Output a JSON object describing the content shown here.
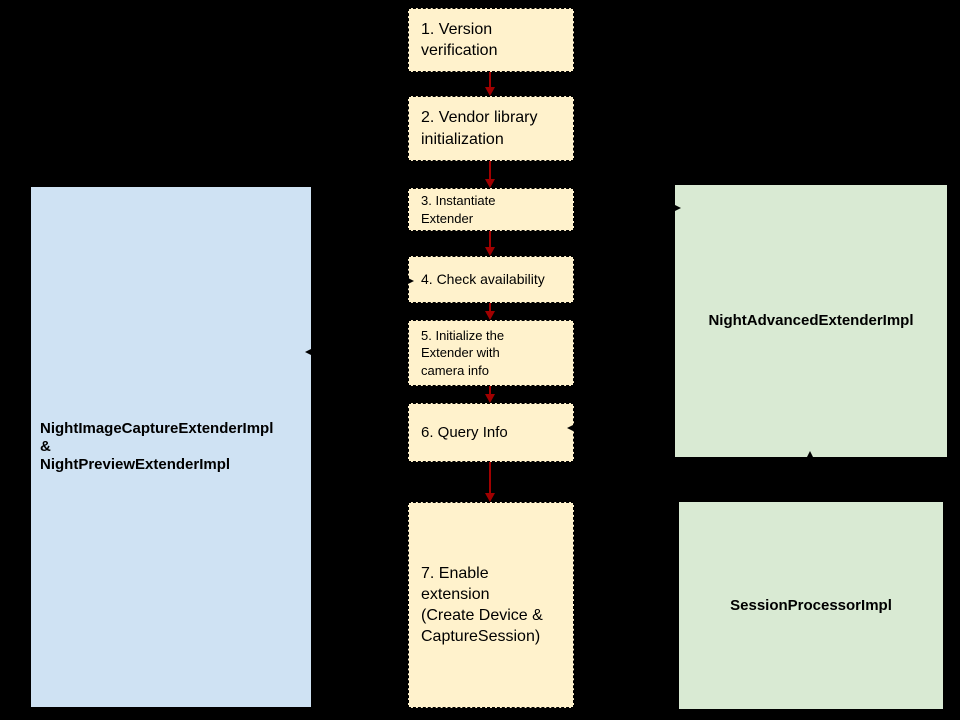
{
  "colors": {
    "background": "#000000",
    "step_fill": "#FFF2CC",
    "step_border": "#000000",
    "flow_arrow": "#A00000",
    "side_arrow": "#000000",
    "left_box_fill": "#CFE2F3",
    "right_box_fill": "#D9EAD3",
    "text": "#000000"
  },
  "steps": [
    {
      "label": "1. Version\nverification"
    },
    {
      "label": "2. Vendor library\ninitialization"
    },
    {
      "label": "3. Instantiate\nExtender"
    },
    {
      "label": "4. Check availability"
    },
    {
      "label": "5. Initialize the\nExtender with\ncamera info"
    },
    {
      "label": "6. Query Info"
    },
    {
      "label": "7. Enable\nextension\n(Create Device &\nCaptureSession)"
    }
  ],
  "left_box": {
    "label": "NightImageCaptureExtenderImpl\n&\nNightPreviewExtenderImpl"
  },
  "right_boxes": [
    {
      "label": "NightAdvancedExtenderImpl"
    },
    {
      "label": "SessionProcessorImpl"
    }
  ]
}
